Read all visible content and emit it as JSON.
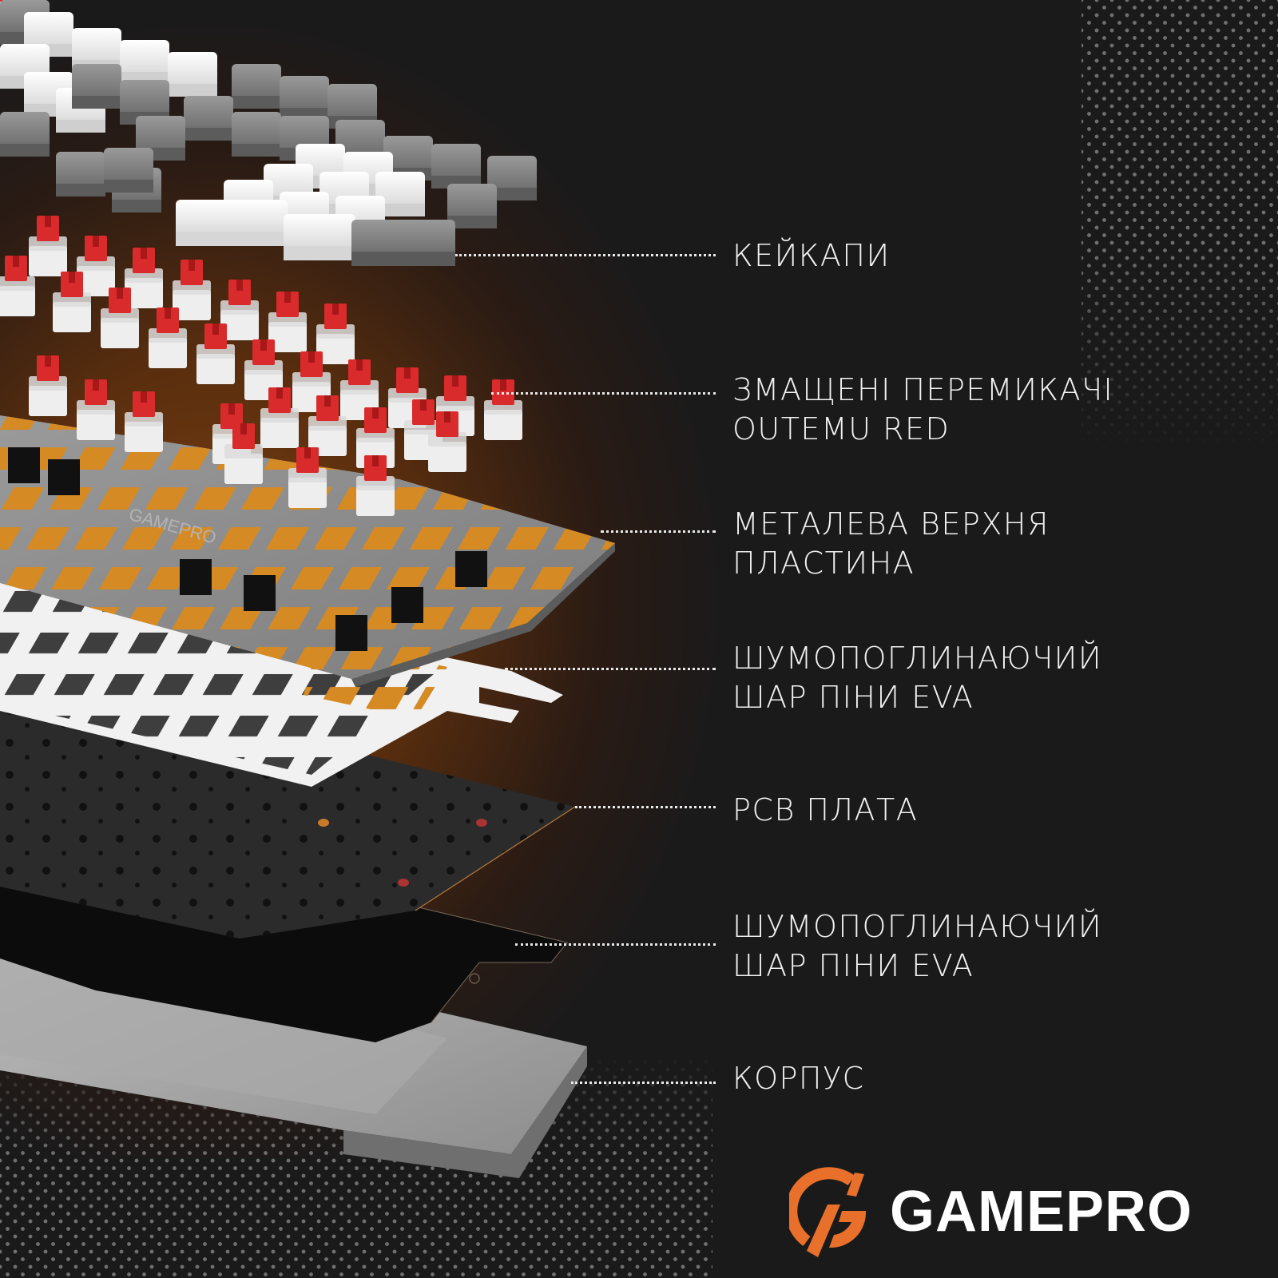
{
  "brand": {
    "name": "GAMEPRO",
    "accent_color": "#e8702a",
    "text_color": "#ffffff",
    "background_color": "#1b1a1a"
  },
  "illustration": {
    "subject": "exploded view of mechanical keyboard layers",
    "plate_engraving": "GAMEPRO"
  },
  "labels": [
    {
      "id": "keycaps",
      "lines": [
        "КЕЙКАПИ"
      ]
    },
    {
      "id": "switches",
      "lines": [
        "ЗМАЩЕНІ ПЕРЕМИКАЧІ",
        "OUTEMU RED"
      ]
    },
    {
      "id": "plate",
      "lines": [
        "МЕТАЛЕВА ВЕРХНЯ",
        "ПЛАСТИНА"
      ]
    },
    {
      "id": "foam-top",
      "lines": [
        "ШУМОПОГЛИНАЮЧИЙ",
        "ШАР ПІНИ EVA"
      ]
    },
    {
      "id": "pcb",
      "lines": [
        "PCB ПЛАТА"
      ]
    },
    {
      "id": "foam-bottom",
      "lines": [
        "ШУМОПОГЛИНАЮЧИЙ",
        "ШАР ПІНИ EVA"
      ]
    },
    {
      "id": "case",
      "lines": [
        "КОРПУС"
      ]
    }
  ]
}
